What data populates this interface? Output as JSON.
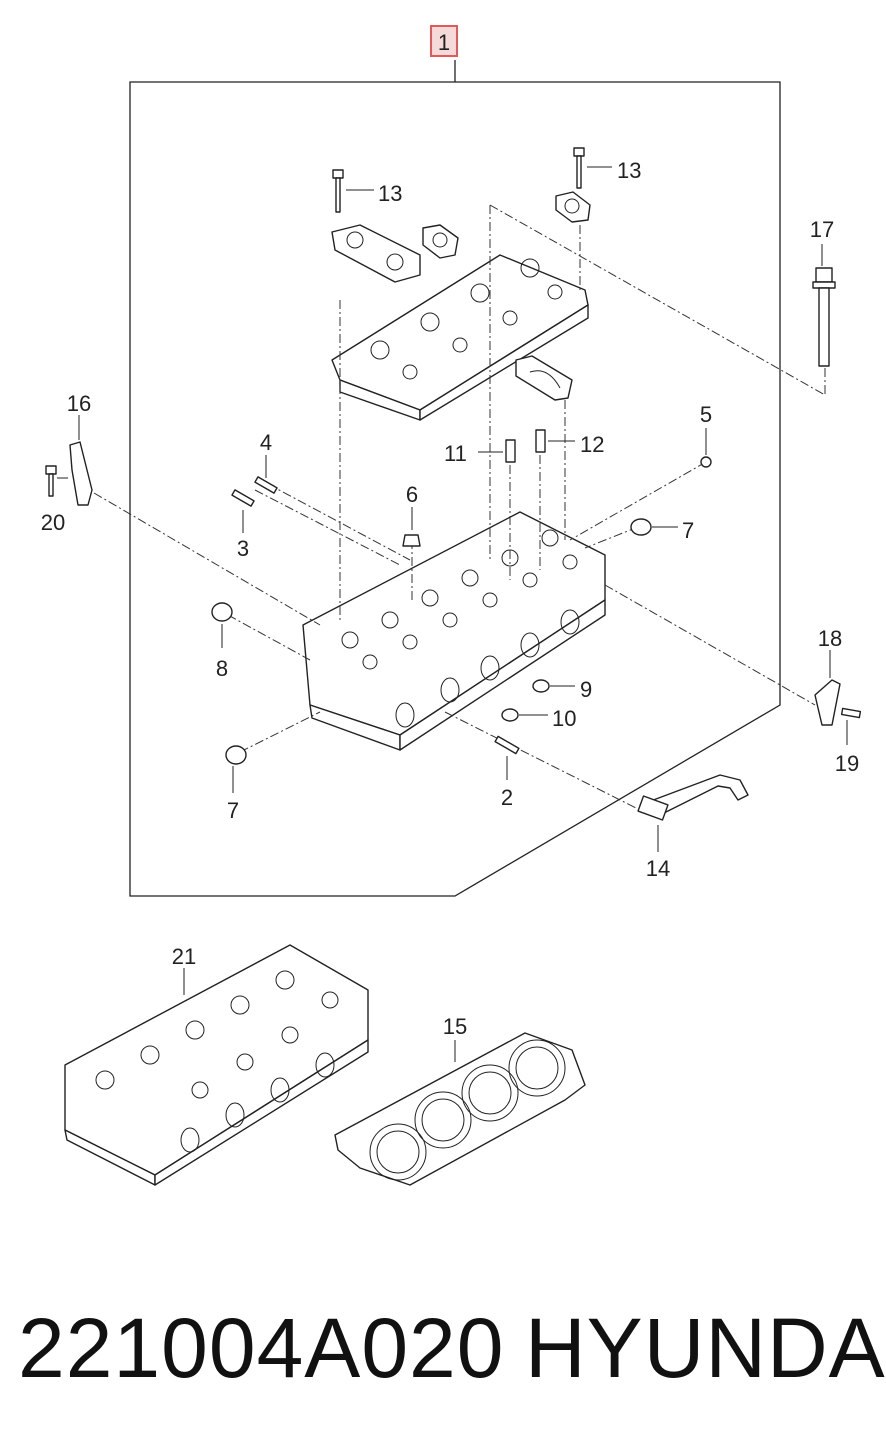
{
  "callouts": {
    "c1": "1",
    "c2": "2",
    "c3": "3",
    "c4": "4",
    "c5": "5",
    "c6": "6",
    "c7a": "7",
    "c7b": "7",
    "c8": "8",
    "c9": "9",
    "c10": "10",
    "c11": "11",
    "c12": "12",
    "c13a": "13",
    "c13b": "13",
    "c14": "14",
    "c15": "15",
    "c16": "16",
    "c17": "17",
    "c18": "18",
    "c19": "19",
    "c20": "20",
    "c21": "21"
  },
  "footer": {
    "part_number": "221004A020",
    "brand": "HYUNDAI"
  },
  "colors": {
    "highlight": "#e05a5a",
    "highlight_fill": "#f6dada",
    "line": "#222222"
  }
}
